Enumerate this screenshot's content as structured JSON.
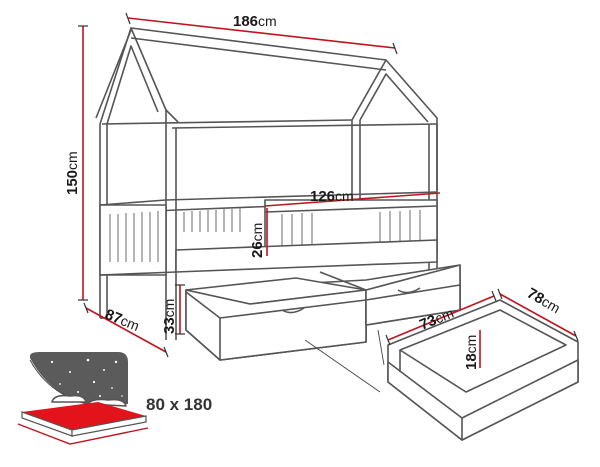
{
  "dimensions": {
    "length": {
      "value": "186",
      "unit": "cm"
    },
    "height": {
      "value": "150",
      "unit": "cm"
    },
    "width": {
      "value": "87",
      "unit": "cm"
    },
    "rail_length": {
      "value": "126",
      "unit": "cm"
    },
    "rail_height": {
      "value": "26",
      "unit": "cm"
    },
    "drawer_height": {
      "value": "33",
      "unit": "cm"
    },
    "drawer_depth": {
      "value": "73",
      "unit": "cm"
    },
    "drawer_width": {
      "value": "78",
      "unit": "cm"
    },
    "drawer_inner_height": {
      "value": "18",
      "unit": "cm"
    }
  },
  "mattress": {
    "size_label": "80 x 180"
  },
  "colors": {
    "dimension_line": "#c0141e",
    "mattress": "#e2131a",
    "night_panel": "#5b5b5b"
  }
}
